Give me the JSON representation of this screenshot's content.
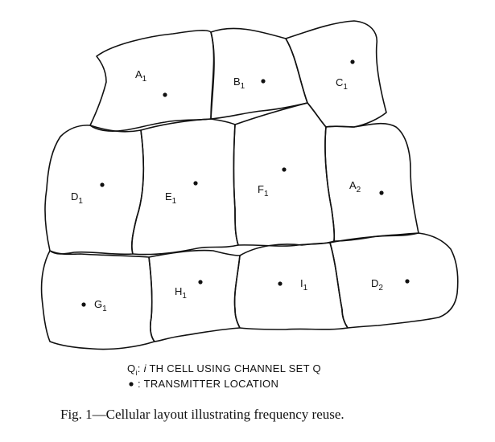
{
  "cells": [
    {
      "id": "A1",
      "letter": "A",
      "sub": "1"
    },
    {
      "id": "B1",
      "letter": "B",
      "sub": "1"
    },
    {
      "id": "C1",
      "letter": "C",
      "sub": "1"
    },
    {
      "id": "D1",
      "letter": "D",
      "sub": "1"
    },
    {
      "id": "E1",
      "letter": "E",
      "sub": "1"
    },
    {
      "id": "F1",
      "letter": "F",
      "sub": "1"
    },
    {
      "id": "A2",
      "letter": "A",
      "sub": "2"
    },
    {
      "id": "G1",
      "letter": "G",
      "sub": "1"
    },
    {
      "id": "H1",
      "letter": "H",
      "sub": "1"
    },
    {
      "id": "I1",
      "letter": "I",
      "sub": "1"
    },
    {
      "id": "D2",
      "letter": "D",
      "sub": "2"
    }
  ],
  "legend": {
    "line1_symbol": "Q",
    "line1_symbol_sub": "i",
    "line1_sep": ": ",
    "line1_ital": "i",
    "line1_text": " TH CELL USING CHANNEL SET Q",
    "line2_text": " : TRANSMITTER LOCATION"
  },
  "caption": "Fig. 1—Cellular layout illustrating frequency reuse."
}
